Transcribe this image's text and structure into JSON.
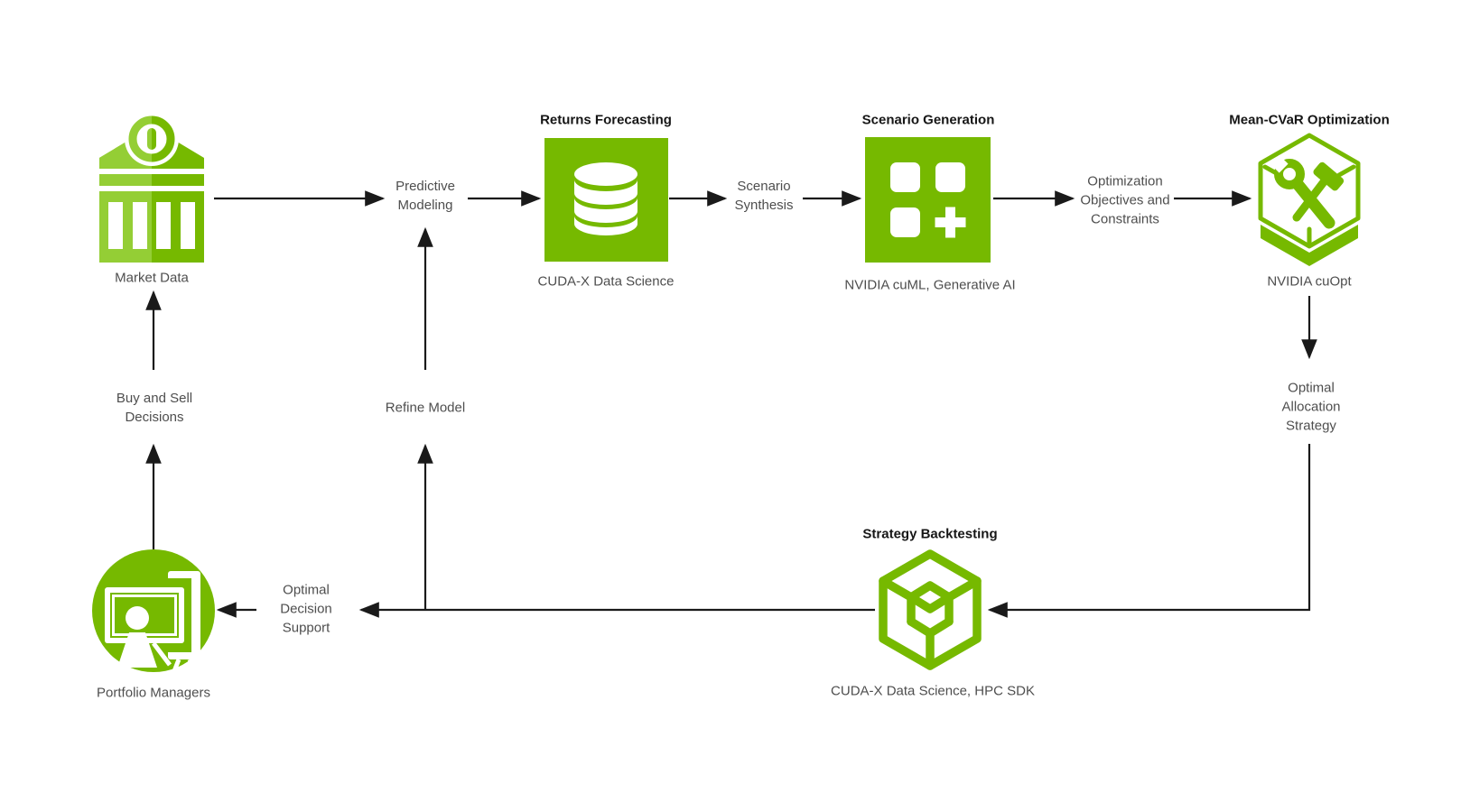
{
  "colors": {
    "green": "#76B900",
    "green_light": "#94CE35",
    "line": "#1A1A1A",
    "text": "#4E4E4E",
    "title": "#161616"
  },
  "nodes": {
    "market_data": "Market Data",
    "portfolio_managers": "Portfolio Managers"
  },
  "stages": {
    "returns_forecasting": {
      "title": "Returns Forecasting",
      "tech": "CUDA-X Data Science"
    },
    "scenario_generation": {
      "title": "Scenario Generation",
      "tech": "NVIDIA cuML, Generative AI"
    },
    "mean_cvar_optimization": {
      "title": "Mean-CVaR Optimization",
      "tech": "NVIDIA cuOpt"
    },
    "strategy_backtesting": {
      "title": "Strategy Backtesting",
      "tech": "CUDA-X Data Science, HPC SDK"
    }
  },
  "edge_labels": {
    "predictive_modeling": "Predictive\nModeling",
    "scenario_synthesis": "Scenario\nSynthesis",
    "optimization_objectives": "Optimization\nObjectives and\nConstraints",
    "optimal_allocation": "Optimal\nAllocation\nStrategy",
    "optimal_decision": "Optimal\nDecision\nSupport",
    "buy_sell": "Buy and Sell\nDecisions",
    "refine_model": "Refine Model"
  }
}
